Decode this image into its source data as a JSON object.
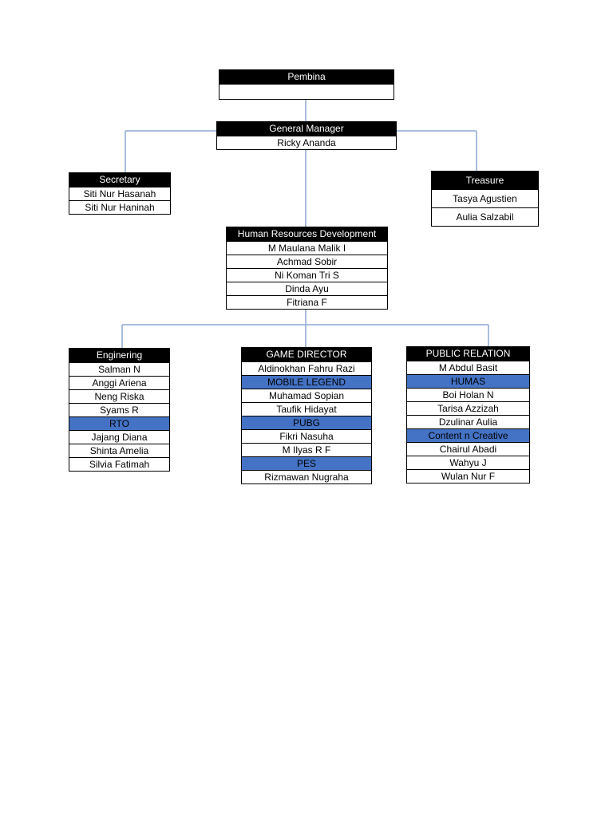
{
  "pembina": {
    "title": "Pembina",
    "members": [
      ""
    ]
  },
  "general_manager": {
    "title": "General Manager",
    "members": [
      "Ricky Ananda"
    ]
  },
  "secretary": {
    "title": "Secretary",
    "members": [
      "Siti Nur Hasanah",
      "Siti Nur Haninah"
    ]
  },
  "treasure": {
    "title": "Treasure",
    "members": [
      "Tasya Agustien",
      "Aulia Salzabil"
    ]
  },
  "hrd": {
    "title": "Human Resources Development",
    "members": [
      "M Maulana Malik I",
      "Achmad Sobir",
      "Ni Koman Tri S",
      "Dinda Ayu",
      "Fitriana F"
    ]
  },
  "engineering": {
    "title": "Enginering",
    "rows": [
      "Salman N",
      "Anggi Ariena",
      "Neng Riska",
      "Syams R",
      "RTO",
      "Jajang Diana",
      "Shinta Amelia",
      "Silvia Fatimah"
    ]
  },
  "game_director": {
    "title": "GAME DIRECTOR",
    "rows": [
      "Aldinokhan Fahru Razi",
      "MOBILE LEGEND",
      "Muhamad Sopian",
      "Taufik Hidayat",
      "PUBG",
      "Fikri Nasuha",
      "M Ilyas R F",
      "PES",
      "Rizmawan Nugraha"
    ]
  },
  "public_relation": {
    "title": "PUBLIC RELATION",
    "rows": [
      "M Abdul Basit",
      "HUMAS",
      "Boi Holan N",
      "Tarisa Azzizah",
      "Dzulinar Aulia",
      "Content n Creative",
      "Chairul Abadi",
      "Wahyu J",
      "Wulan Nur F"
    ]
  },
  "colors": {
    "header_bg": "#000000",
    "subheader_bg": "#4472c4",
    "connector": "#8ea9d3"
  }
}
